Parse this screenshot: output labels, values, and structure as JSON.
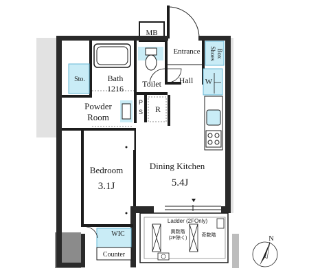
{
  "rooms": {
    "mb": "MB",
    "entrance": "Entrance",
    "shoes_box_line1": "Shoes",
    "shoes_box_line2": "Box",
    "bath_line1": "Bath",
    "bath_line2": "1216",
    "toilet": "Toilet",
    "hall": "Hall",
    "washer": "W",
    "storage": "Sto.",
    "powder_line1": "Powder",
    "powder_line2": "Room",
    "ps_line1": "P",
    "ps_line2": "S",
    "refrigerator": "R",
    "bedroom_name": "Bedroom",
    "bedroom_size": "3.1J",
    "dining_name": "Dining Kitchen",
    "dining_size": "5.4J",
    "wic": "WIC",
    "counter": "Counter",
    "ladder": "Ladder (2FOnly)",
    "balcony_label_a_line1": "異数階",
    "balcony_label_a_line2": "(2F除く)",
    "balcony_label_b": "奇数階"
  },
  "compass": {
    "north": "N"
  },
  "colors": {
    "wall": "#1c1c1c",
    "wall_fill": "#2a2a2a",
    "fixture_blue": "#c9ecf6",
    "blue_line": "#66b7d6",
    "shadow_gray": "#8b8b8b",
    "light_gray": "#d9d9d9"
  }
}
